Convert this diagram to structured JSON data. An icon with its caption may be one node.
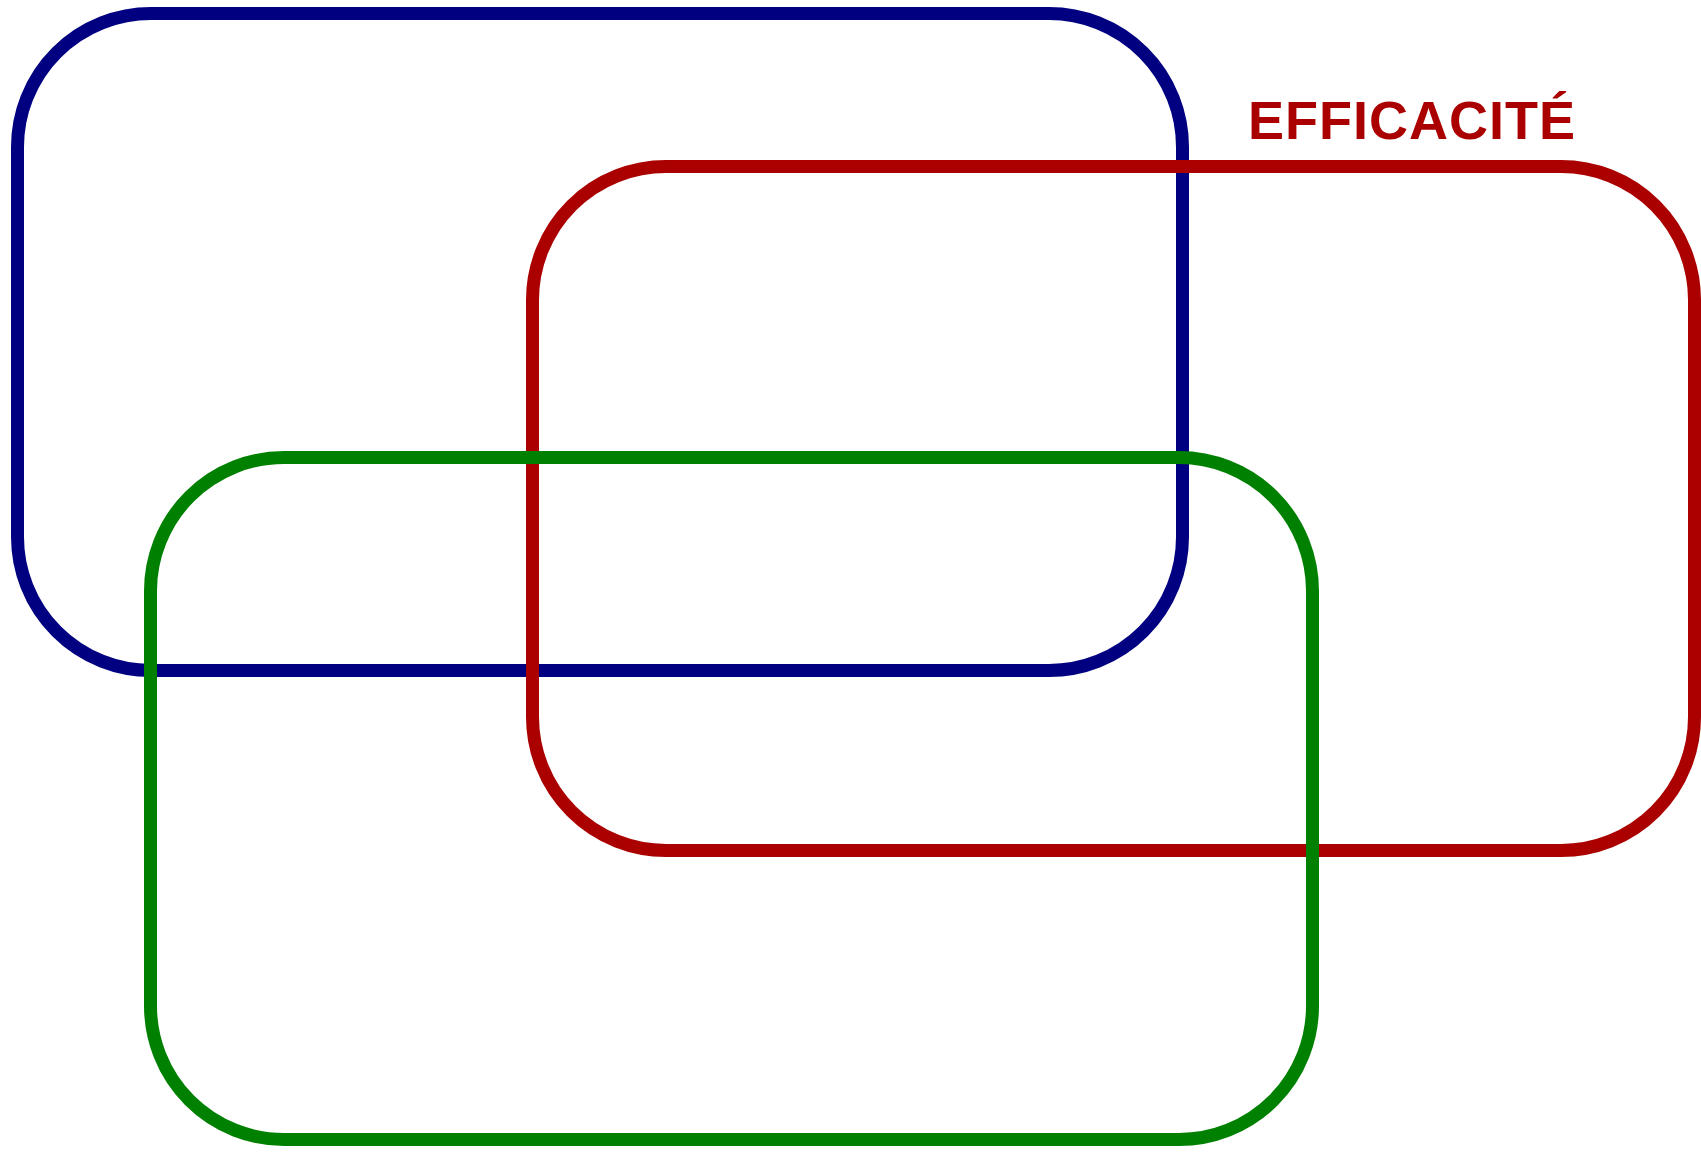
{
  "diagram": {
    "nodes": [
      {
        "text": [],
        "shape": "box"
      },
      {
        "text": [
          "EFFICACITÉ"
        ]
      },
      {
        "text": [],
        "shape": "box"
      }
    ]
  }
}
